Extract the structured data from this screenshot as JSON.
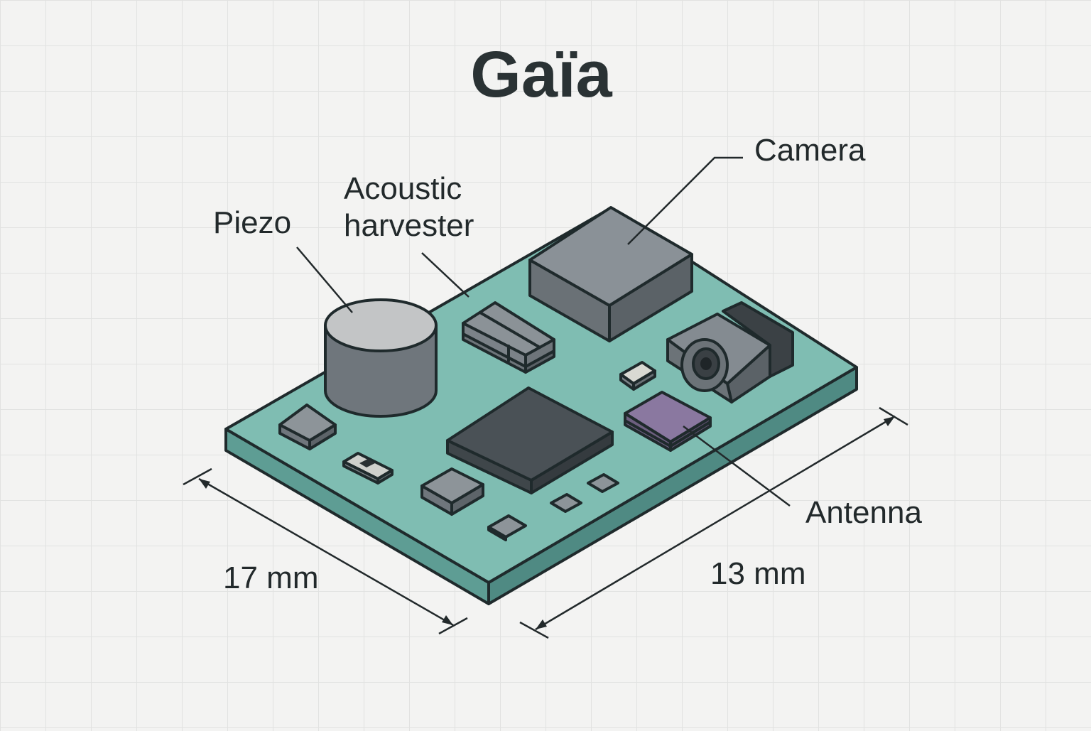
{
  "title": "Gaïa",
  "labels": {
    "piezo": "Piezo",
    "acoustic_line1": "Acoustic",
    "acoustic_line2": "harvester",
    "camera": "Camera",
    "antenna": "Antenna"
  },
  "dimensions": {
    "length": "17 mm",
    "width": "13 mm"
  },
  "colors": {
    "board_top": "#7fbdb2",
    "board_side_front": "#5e9d94",
    "board_side_right": "#4f8a83",
    "outline": "#1f2a2c",
    "chip_dark": "#4a5156",
    "component_gray": "#848b91",
    "antenna_purple": "#7a6a8e",
    "piezo_top": "#c3c5c6"
  }
}
